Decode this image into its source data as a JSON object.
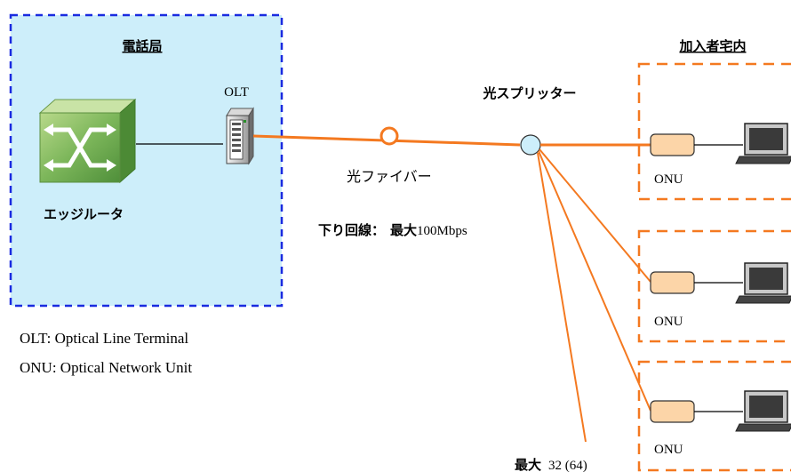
{
  "office": {
    "title": "電話局",
    "router_label": "エッジルータ",
    "olt_label": "OLT"
  },
  "home": {
    "title": "加入者宅内",
    "onu_label": "ONU"
  },
  "link": {
    "splitter_label": "光スプリッター",
    "fiber_label": "光ファイバー",
    "downlink_prefix": "下り回線：",
    "downlink_max": "最大",
    "downlink_value": "100Mbps",
    "split_max": "最大",
    "split_value": "32 (64)"
  },
  "legend": {
    "olt": "OLT: Optical Line Terminal",
    "onu": "ONU: Optical Network Unit"
  },
  "colors": {
    "office_bg": "#cdeefa",
    "border_blue": "#1a2be0",
    "fiber_orange": "#f47920",
    "onu_fill": "#fcd5a8",
    "splitter_fill": "#cdeefa"
  }
}
